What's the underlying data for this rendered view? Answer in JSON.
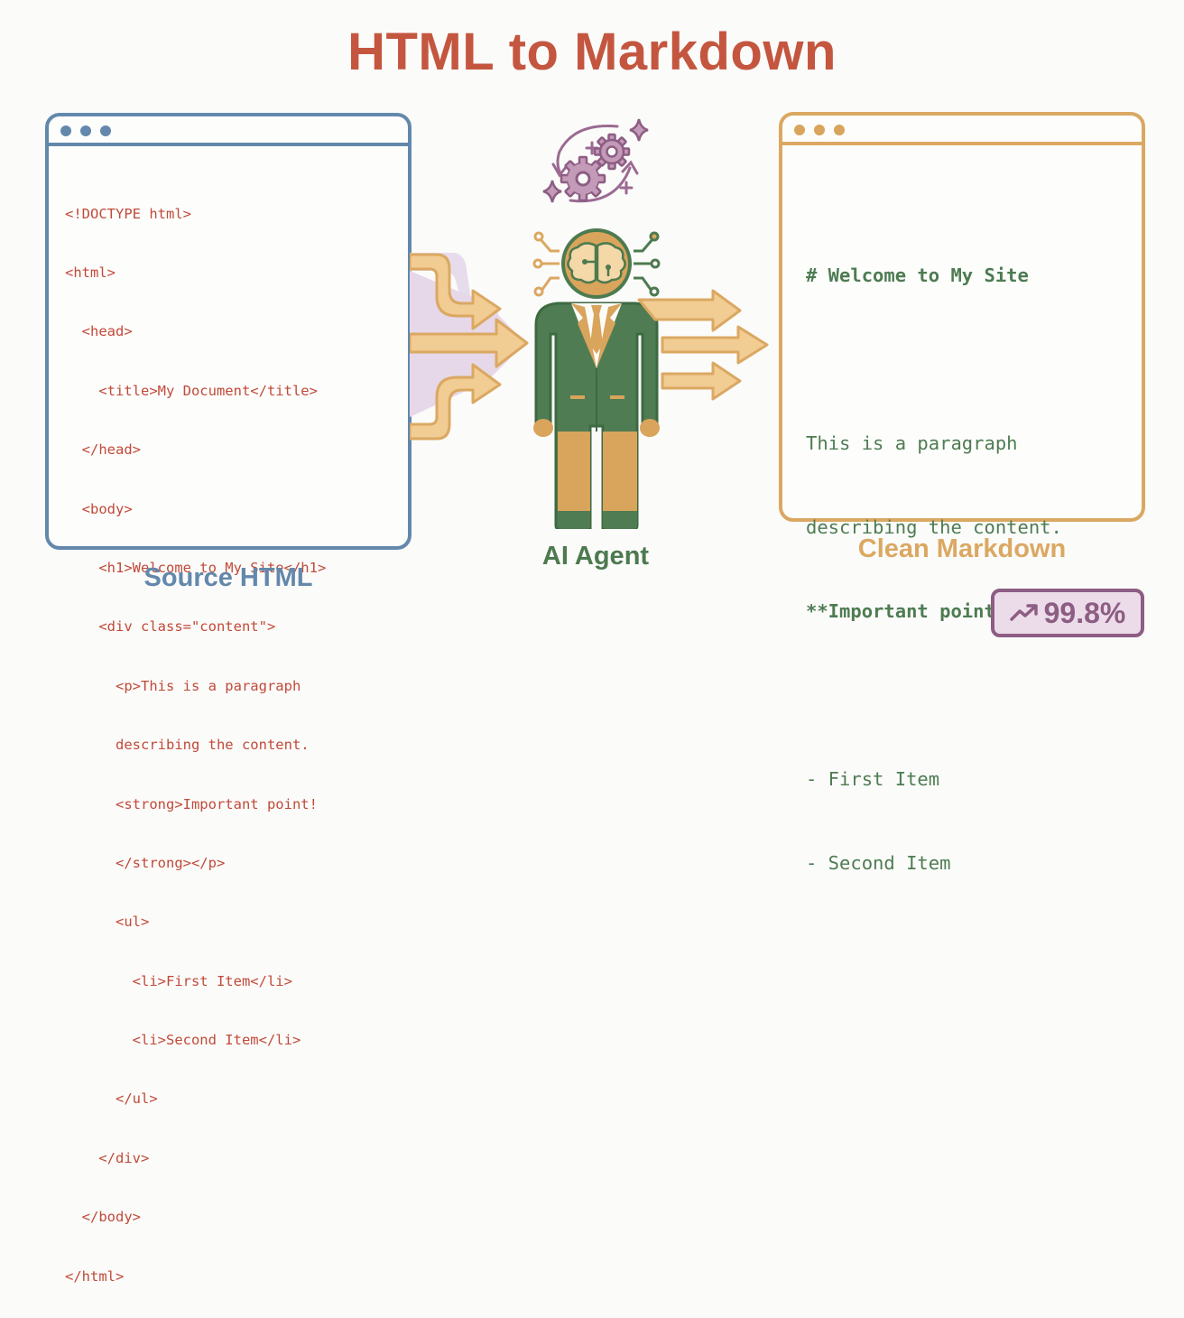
{
  "title": "HTML to Markdown",
  "source": {
    "caption": "Source HTML",
    "code_lines": [
      "<!DOCTYPE html>",
      "<html>",
      "  <head>",
      "    <title>My Document</title>",
      "  </head>",
      "  <body>",
      "    <h1>Welcome to My Site</h1>",
      "    <div class=\"content\">",
      "      <p>This is a paragraph",
      "      describing the content.",
      "      <strong>Important point!",
      "      </strong></p>",
      "      <ul>",
      "        <li>First Item</li>",
      "        <li>Second Item</li>",
      "      </ul>",
      "    </div>",
      "  </body>",
      "</html>"
    ]
  },
  "agent": {
    "caption": "AI Agent",
    "icons": [
      "gears-cycle-icon",
      "brain-circuit-icon",
      "agent-figure-icon"
    ]
  },
  "output": {
    "caption": "Clean Markdown",
    "lines": [
      "# Welcome to My Site",
      "",
      "This is a paragraph",
      "describing the content.",
      "**Important point!**",
      "",
      "- First Item",
      "- Second Item"
    ]
  },
  "badge": {
    "icon": "trending-up-icon",
    "value": "99.8%"
  },
  "colors": {
    "title": "#c4563f",
    "source": "#6388ab",
    "code_html": "#c14a38",
    "agent_green": "#4d7a4f",
    "markdown": "#dba862",
    "arrow_fill": "#f1cc93",
    "badge": "#8d5d83"
  }
}
